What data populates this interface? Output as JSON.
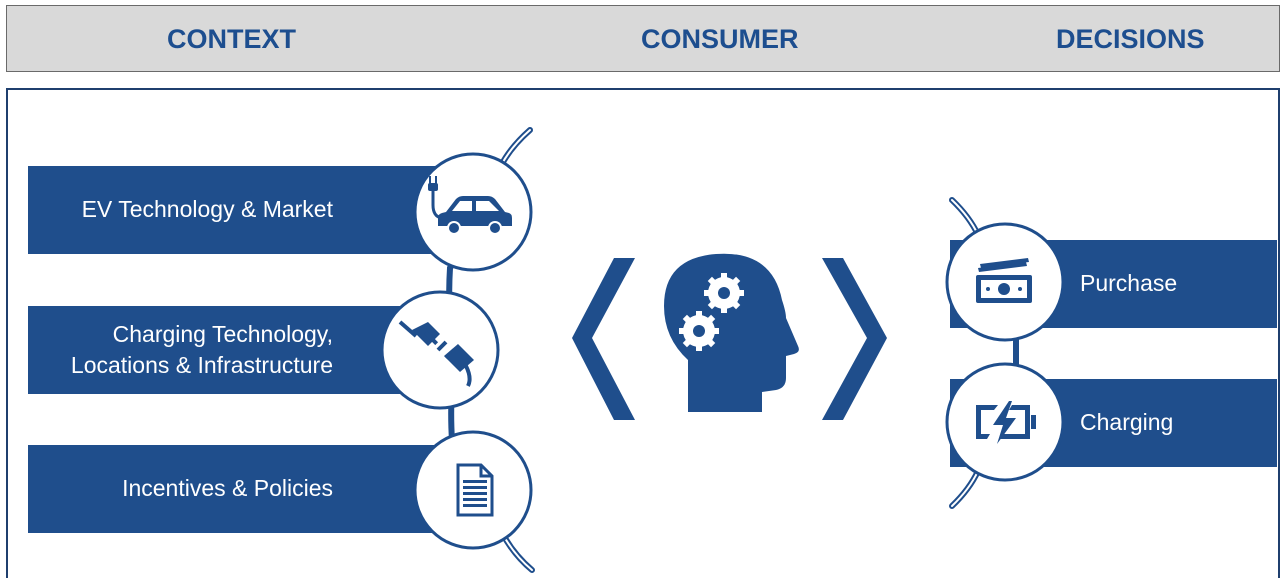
{
  "header": {
    "context": "CONTEXT",
    "consumer": "CONSUMER",
    "decisions": "DECISIONS"
  },
  "context_items": [
    {
      "label": "EV Technology & Market",
      "icon": "ev-car-plug-icon"
    },
    {
      "label": "Charging Technology,\nLocations & Infrastructure",
      "icon": "plug-connector-icon"
    },
    {
      "label": "Incentives & Policies",
      "icon": "document-icon"
    }
  ],
  "decision_items": [
    {
      "label": "Purchase",
      "icon": "money-bills-icon"
    },
    {
      "label": "Charging",
      "icon": "battery-charging-icon"
    }
  ],
  "center": {
    "icon": "head-gears-icon"
  },
  "colors": {
    "navy": "#1f4e8c",
    "header_text": "#1d4e8f",
    "header_bg": "#d9d9d9"
  }
}
